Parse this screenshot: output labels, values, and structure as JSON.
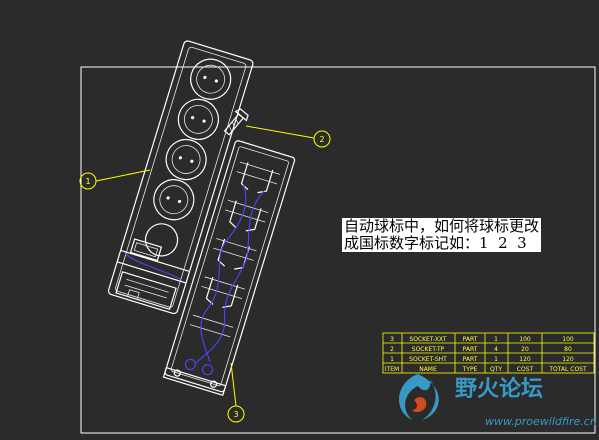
{
  "note": {
    "line1": "自动球标中，如何将球标更改",
    "line2": "成国标数字标记如：1  2  3"
  },
  "balloons": [
    "1",
    "2",
    "3"
  ],
  "bom": {
    "headers": [
      "ITEM",
      "NAME",
      "TYPE",
      "QTY",
      "COST",
      "TOTAL COST"
    ],
    "rows": [
      [
        "3",
        "SOCKET-XXT",
        "PART",
        "1",
        "100",
        "100"
      ],
      [
        "2",
        "SOCKET-TP",
        "PART",
        "4",
        "20",
        "80"
      ],
      [
        "1",
        "SOCKET-SHT",
        "PART",
        "1",
        "120",
        "120"
      ]
    ]
  },
  "watermark": {
    "title": "野火论坛",
    "url": "www.proewildfire.cn"
  },
  "colors": {
    "background": "#2b2b2b",
    "lines": "#ffffff",
    "leaders": "#ffff00",
    "hidden": "#4848ff",
    "watermark": "#3aa6d8"
  }
}
